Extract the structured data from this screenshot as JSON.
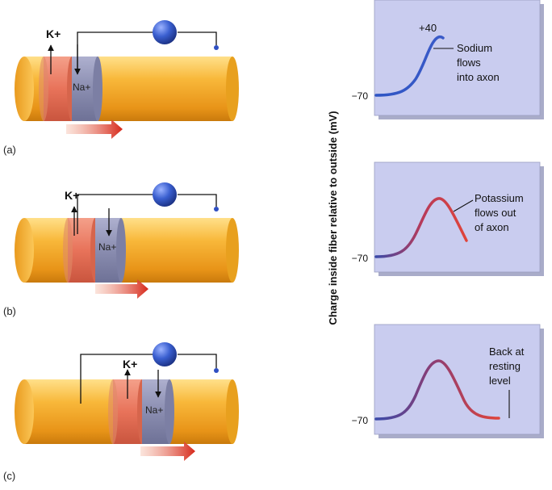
{
  "panels": [
    {
      "label": "(a)",
      "k_label": "K+",
      "na_label": "Na+"
    },
    {
      "label": "(b)",
      "k_label": "K+",
      "na_label": "Na+"
    },
    {
      "label": "(c)",
      "k_label": "K+",
      "na_label": "Na+"
    }
  ],
  "graphs": {
    "y_axis_label": "Charge inside fiber relative to outside (mV)",
    "resting_label": "−70",
    "peak_label": "+40",
    "notes": [
      [
        "Sodium",
        "flows",
        "into axon"
      ],
      [
        "Potassium",
        "flows out",
        "of axon"
      ],
      [
        "Back at",
        "resting",
        "level"
      ]
    ]
  },
  "colors": {
    "axon": "#F5A623",
    "potassium_zone": "#E8735A",
    "sodium_zone": "#8A8DB0",
    "graph_bg": "#C9CCEF",
    "electrode": "#2F4FC2",
    "arrow": "#D6281A",
    "curve_blue": "#2E55C4",
    "curve_red": "#E0443A"
  }
}
